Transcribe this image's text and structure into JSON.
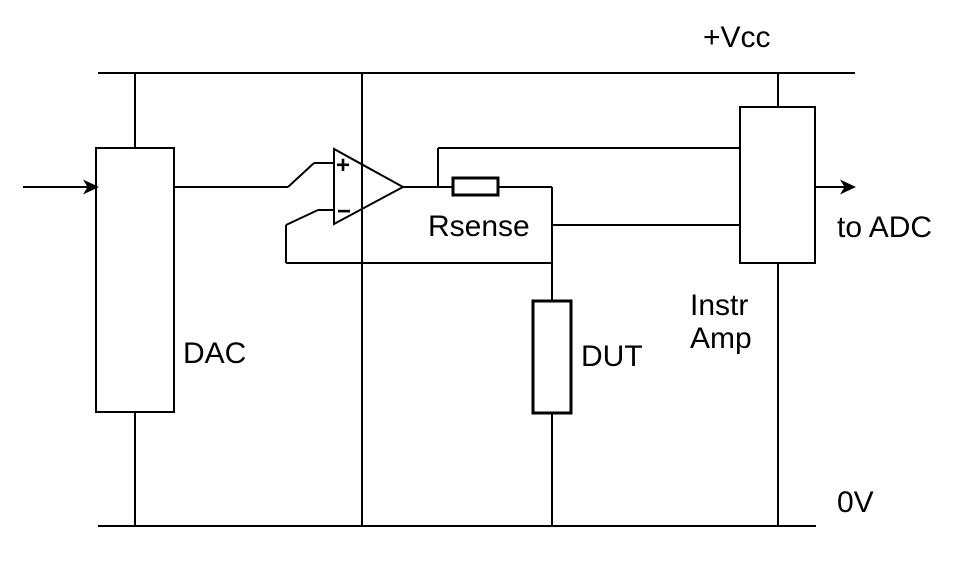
{
  "diagram": {
    "type": "circuit-schematic",
    "description": "DAC driven current source with Rsense and DUT measured by instrumentation amplifier feeding an ADC",
    "background_color": "#ffffff",
    "line_color": "#000000",
    "rails": {
      "top_label": "+Vcc",
      "bottom_label": "0V"
    },
    "components": {
      "dac": {
        "label": "DAC"
      },
      "opamp": {
        "plus_pin": "+",
        "minus_pin": "−"
      },
      "rsense": {
        "label": "Rsense"
      },
      "dut": {
        "label": "DUT"
      },
      "instr_amp": {
        "label_line1": "Instr",
        "label_line2": "Amp"
      },
      "adc_output": {
        "label": "to ADC"
      }
    }
  }
}
